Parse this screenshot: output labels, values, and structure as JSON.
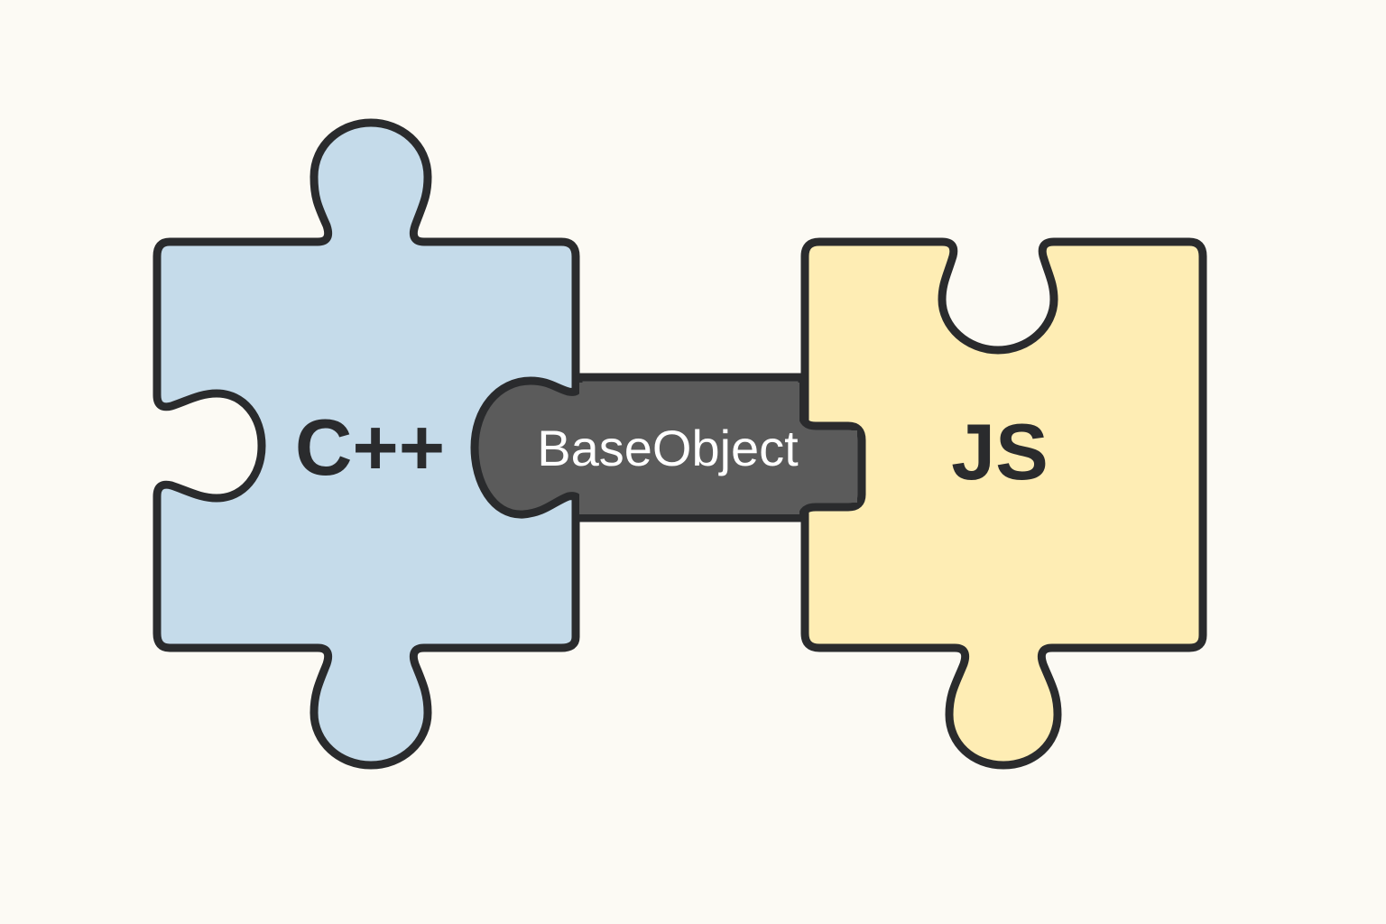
{
  "diagram": {
    "type": "puzzle-pieces",
    "background_color": "#fcfaf4",
    "outline_color": "#2a2b2d",
    "pieces": [
      {
        "id": "cpp",
        "label": "C++",
        "fill_color": "#c5dbea",
        "position": "left"
      },
      {
        "id": "js",
        "label": "JS",
        "fill_color": "#feedb4",
        "position": "right"
      }
    ],
    "connector": {
      "label": "BaseObject",
      "fill_color": "#5b5b5b",
      "text_color": "#ffffff",
      "connects": [
        "cpp",
        "js"
      ]
    }
  }
}
